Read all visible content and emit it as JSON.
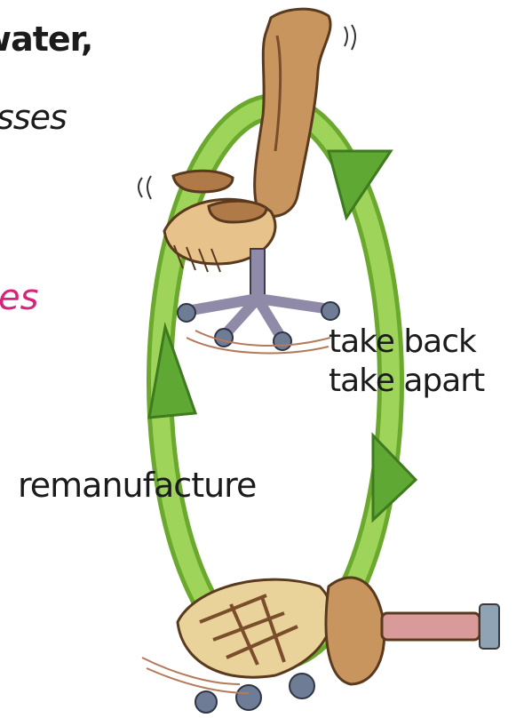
{
  "labels": {
    "top_line": "water,",
    "second_line": "sses",
    "pink_line": "es",
    "take_back": "take back",
    "take_apart": "take apart",
    "remanufacture": "remanufacture"
  },
  "colors": {
    "cycle_arrow": "#8bc53f",
    "pink_text": "#d6247a",
    "green_text": "#1f9a3a",
    "wood": "#b5835a"
  }
}
